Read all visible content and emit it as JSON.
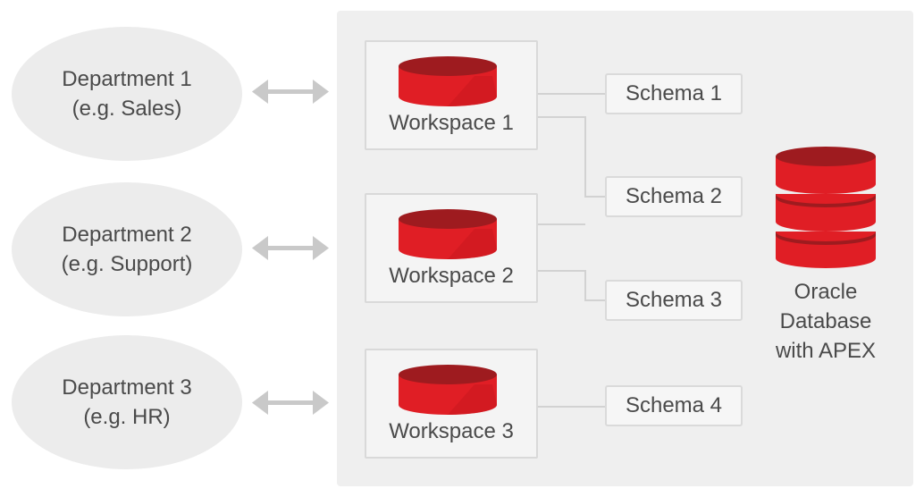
{
  "departments": [
    {
      "name": "Department 1",
      "example": "(e.g. Sales)"
    },
    {
      "name": "Department 2",
      "example": "(e.g. Support)"
    },
    {
      "name": "Department 3",
      "example": "(e.g. HR)"
    }
  ],
  "workspaces": [
    "Workspace 1",
    "Workspace 2",
    "Workspace 3"
  ],
  "schemas": [
    "Schema 1",
    "Schema 2",
    "Schema 3",
    "Schema 4"
  ],
  "database": {
    "line1": "Oracle",
    "line2": "Database",
    "line3": "with APEX"
  },
  "colors": {
    "accent": "#e01e25",
    "accent_dark": "#9e1b1f",
    "panel": "#efefef",
    "arrow": "#c9c9c9",
    "text": "#4a4a4a"
  },
  "icons": {
    "workspace": "database-cylinder-icon",
    "database": "stacked-database-icon",
    "link": "double-arrow-icon"
  }
}
